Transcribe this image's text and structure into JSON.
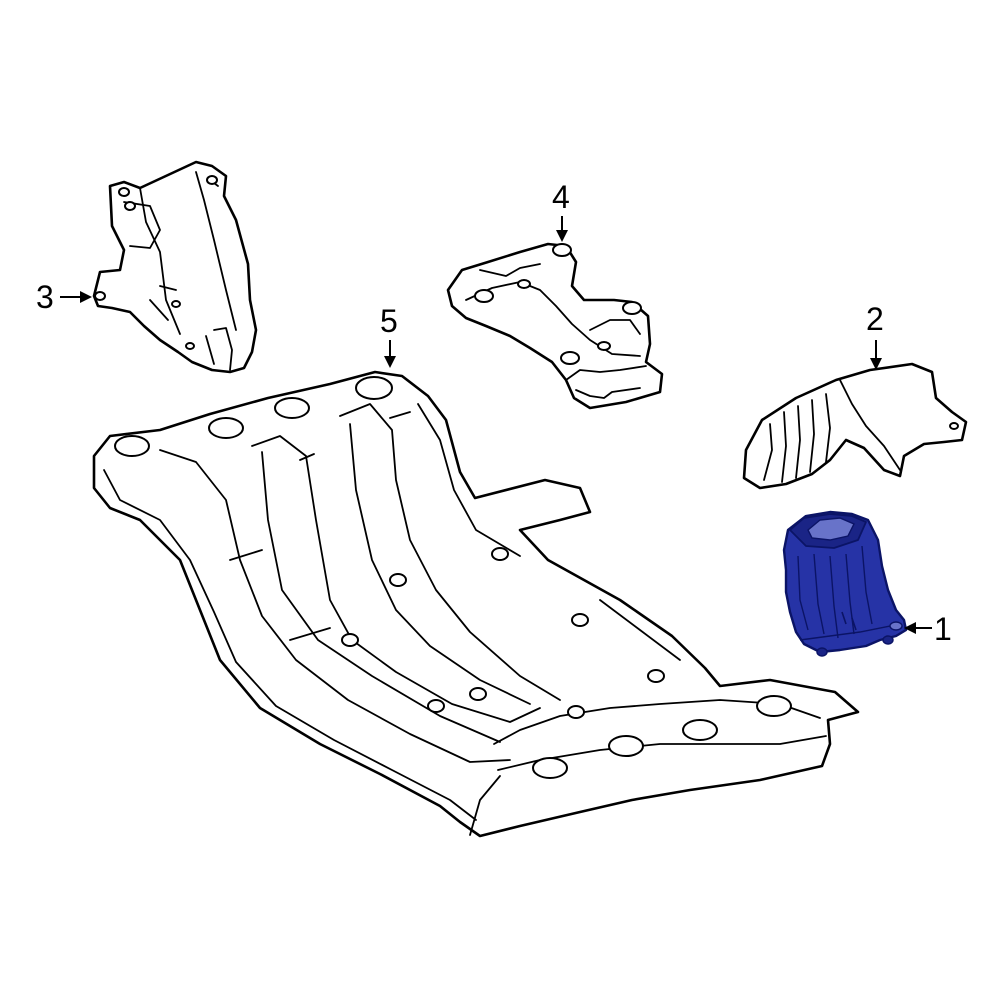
{
  "callouts": [
    {
      "id": "1",
      "label": "1"
    },
    {
      "id": "2",
      "label": "2"
    },
    {
      "id": "3",
      "label": "3"
    },
    {
      "id": "4",
      "label": "4"
    },
    {
      "id": "5",
      "label": "5"
    }
  ],
  "colors": {
    "highlight_part": "#2633a6",
    "highlight_stroke": "#0b1466",
    "line_art": "#000000",
    "background": "#ffffff"
  }
}
